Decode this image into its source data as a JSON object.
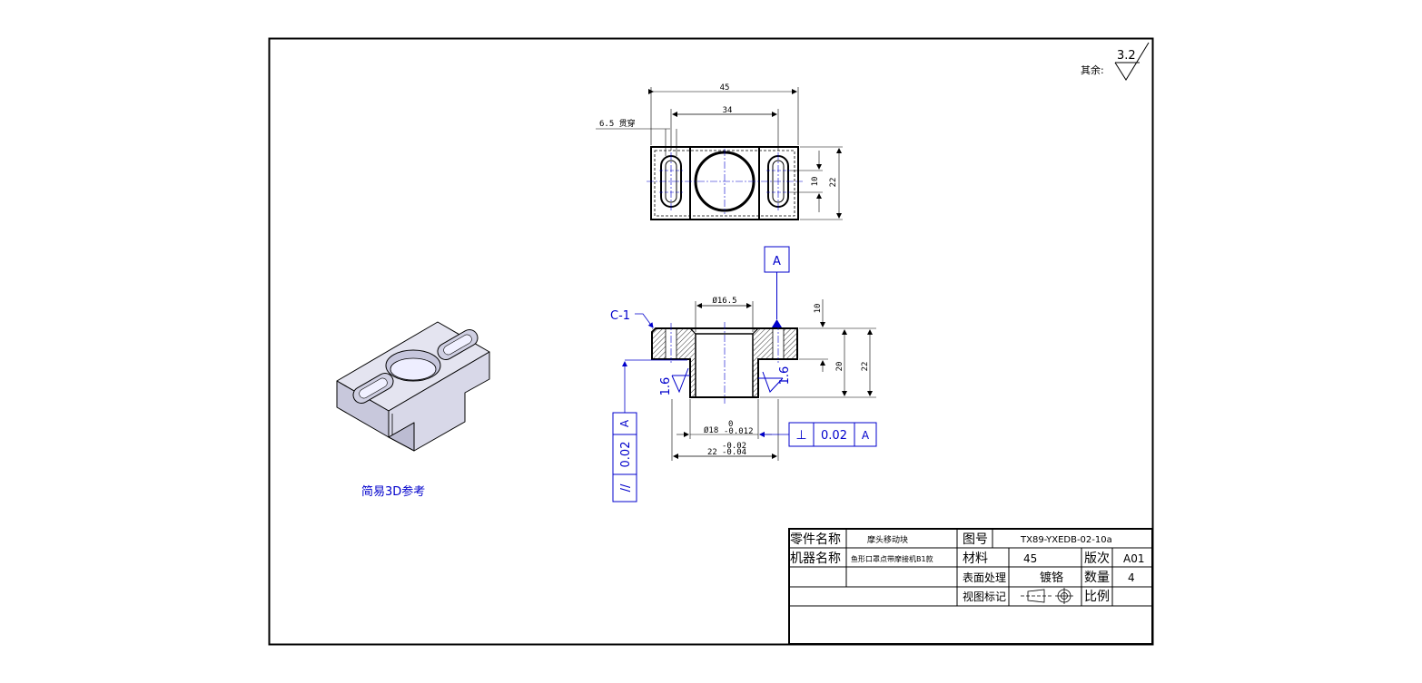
{
  "surface_finish": {
    "prefix": "其余:",
    "value": "3.2"
  },
  "top_view": {
    "dim_overall_width": "45",
    "dim_slot_spacing": "34",
    "dim_hole_note": "6.5 贯穿",
    "dim_inner_height": "10",
    "dim_overall_height": "22"
  },
  "section_view": {
    "datum_label": "A",
    "chamfer": "C-1",
    "dim_bore_dia": "Ø16.5",
    "dim_top_height": "10",
    "dim_mid_height": "20",
    "dim_total_height": "22",
    "roughness_left": "1.6",
    "roughness_right": "1.6",
    "dim_boss_dia": "Ø18",
    "dim_boss_tol_upper": "0",
    "dim_boss_tol_lower": "-0.012",
    "dim_bottom_width": "22",
    "dim_bottom_tol_upper": "-0.02",
    "dim_bottom_tol_lower": "-0.04",
    "parallel_symbol": "//",
    "parallel_value": "0.02",
    "parallel_datum": "A",
    "perp_symbol": "⊥",
    "perp_value": "0.02",
    "perp_datum": "A"
  },
  "iso_caption": "简易3D参考",
  "title_block": {
    "part_name_label": "零件名称",
    "part_name_value": "摩头移动块",
    "drawing_no_label": "图号",
    "drawing_no_value": "TX89-YXEDB-02-10a",
    "machine_name_label": "机器名称",
    "machine_name_value": "鱼形口罩点带摩接机B1款",
    "material_label": "材料",
    "material_value": "45",
    "version_label": "版次",
    "version_value": "A01",
    "surface_label": "表面处理",
    "surface_value": "镀铬",
    "qty_label": "数量",
    "qty_value": "4",
    "view_mark_label": "视图标记",
    "scale_label": "比例",
    "scale_value": ""
  }
}
